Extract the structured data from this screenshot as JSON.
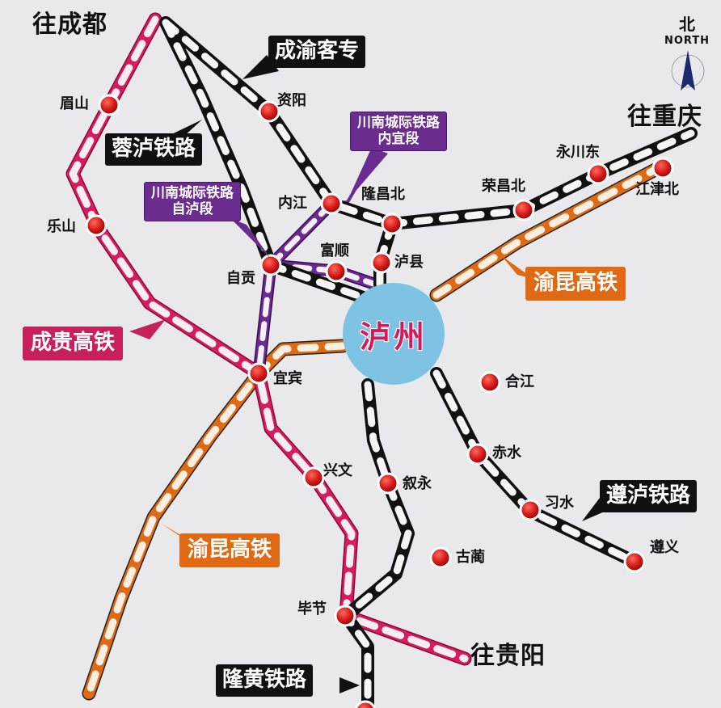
{
  "hub": {
    "name": "泸州",
    "color": "#7ec3e3",
    "text_color": "#d41b5a"
  },
  "compass": {
    "label_cn": "北",
    "label_en": "NORTH",
    "arrow_color": "#1a2a6e"
  },
  "destinations": {
    "chengdu": "往成都",
    "chongqing": "往重庆",
    "guiyang": "往贵阳"
  },
  "lines": {
    "chengyu": {
      "name": "成渝客专",
      "color": "#111111"
    },
    "ronglu": {
      "name": "蓉泸铁路",
      "color": "#111111"
    },
    "chuannan_zilu": {
      "name": "川南城际铁路",
      "segment": "自泸段",
      "color": "#6a2c8e"
    },
    "chuannan_neiyi": {
      "name": "川南城际铁路",
      "segment": "内宜段",
      "color": "#6a2c8e"
    },
    "chenggui": {
      "name": "成贵高铁",
      "color": "#c8205a"
    },
    "yukun_north": {
      "name": "渝昆高铁",
      "color": "#e06a14"
    },
    "yukun_south": {
      "name": "渝昆高铁",
      "color": "#e06a14"
    },
    "zunlu": {
      "name": "遵泸铁路",
      "color": "#111111"
    },
    "longhuang": {
      "name": "隆黄铁路",
      "color": "#111111"
    }
  },
  "stations": {
    "meishan": "眉山",
    "leshan": "乐山",
    "ziyang": "资阳",
    "neijiang": "内江",
    "longchangbei": "隆昌北",
    "rongchangbei": "荣昌北",
    "yongchuandong": "永川东",
    "jiangjinbei": "江津北",
    "zigong": "自贡",
    "fushun": "富顺",
    "luxian": "泸县",
    "yibin": "宜宾",
    "hejiang": "合江",
    "chishui": "赤水",
    "xishui": "习水",
    "zunyi": "遵义",
    "xingwen": "兴文",
    "xuyong": "叙永",
    "gulin": "古蔺",
    "bijie": "毕节"
  },
  "station_style": {
    "fill": "#d41818",
    "ring": "#ffffff"
  }
}
